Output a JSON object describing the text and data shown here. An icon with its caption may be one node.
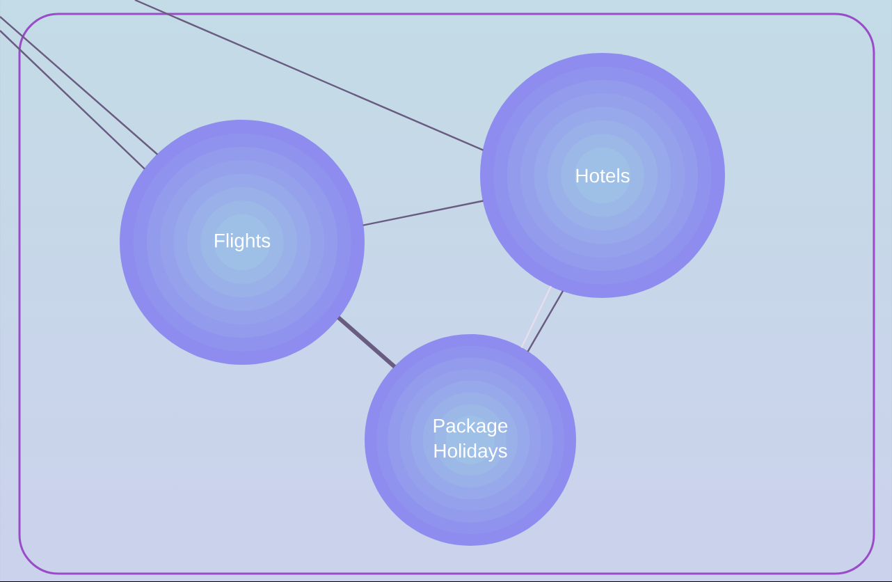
{
  "diagram": {
    "nodes": [
      {
        "text": [
          "Flights"
        ]
      },
      {
        "text": [
          "Hotels"
        ]
      },
      {
        "text": [
          "Package Holidays"
        ]
      }
    ],
    "edges": [
      {
        "from": null,
        "to": 0,
        "arrow": "none"
      },
      {
        "from": null,
        "to": 0,
        "arrow": "none"
      },
      {
        "from": null,
        "to": 1,
        "arrow": "none"
      },
      {
        "from": 0,
        "to": 1,
        "arrow": "none"
      },
      {
        "from": 0,
        "to": 2,
        "arrow": "none",
        "style": "thick"
      },
      {
        "from": 1,
        "to": 2,
        "arrow": "none"
      },
      {
        "from": 1,
        "to": 2,
        "arrow": "none",
        "color": "#e6ddef"
      }
    ]
  }
}
